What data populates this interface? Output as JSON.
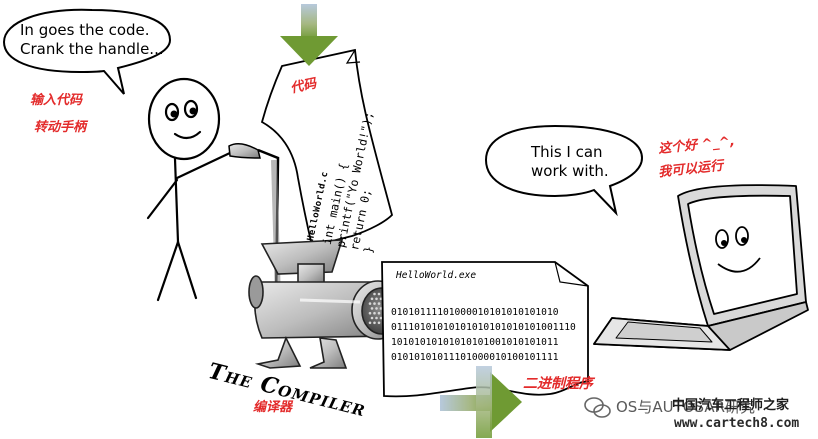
{
  "speech_left": [
    "In goes the code.",
    "Crank the handle..."
  ],
  "red_left": [
    "输入代码",
    "转动手柄"
  ],
  "red_code_tag": "代码",
  "code_filename": "HelloWorld.c",
  "code_lines": [
    "int main() {",
    "printf(\"Yo World!\");",
    "return 0;",
    "}"
  ],
  "exe_filename": "HelloWorld.exe",
  "binary_lines": [
    "01010111101000010101010101010",
    "01110101010101010101010101001110",
    "10101010101010101001010101011",
    "01010101011101000010100101111"
  ],
  "compiler_label": "The Compiler",
  "red_compiler": "编译器",
  "red_binary": "二进制程序",
  "speech_right": [
    "This I can",
    "work with."
  ],
  "red_right": [
    "这个好 ^_^,",
    "我可以运行"
  ],
  "watermark": {
    "brand": "OS与AUTOSAR研究",
    "overlay": "中国汽车工程师之家",
    "url": "www.cartech8.com"
  },
  "colors": {
    "annotation_red": "#e32b2b",
    "arrow_green": "#7ba33a",
    "arrow_blue": "#a9c0d6"
  }
}
